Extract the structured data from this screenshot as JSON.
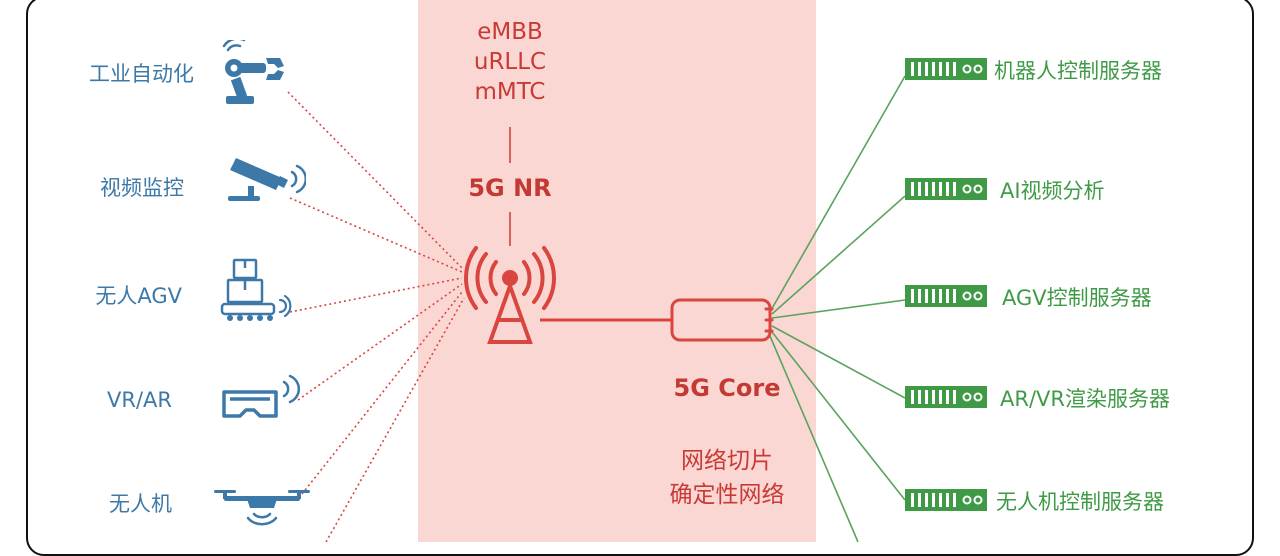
{
  "radio": {
    "services": [
      "eMBB",
      "uRLLC",
      "mMTC"
    ],
    "label": "5G NR"
  },
  "core": {
    "label": "5G Core",
    "features": [
      "网络切片",
      "确定性网络"
    ]
  },
  "devices": [
    {
      "label": "工业自动化",
      "icon": "robot-arm-icon"
    },
    {
      "label": "视频监控",
      "icon": "camera-icon"
    },
    {
      "label": "无人AGV",
      "icon": "agv-icon"
    },
    {
      "label": "VR/AR",
      "icon": "vr-headset-icon"
    },
    {
      "label": "无人机",
      "icon": "drone-icon"
    }
  ],
  "servers": [
    {
      "label": "机器人控制服务器"
    },
    {
      "label": "AI视频分析"
    },
    {
      "label": "AGV控制服务器"
    },
    {
      "label": "AR/VR渲染服务器"
    },
    {
      "label": "无人机控制服务器"
    }
  ],
  "colors": {
    "device": "#3d79a8",
    "radio": "#c93a35",
    "band": "#fbd7d3",
    "server": "#3f9a46"
  }
}
